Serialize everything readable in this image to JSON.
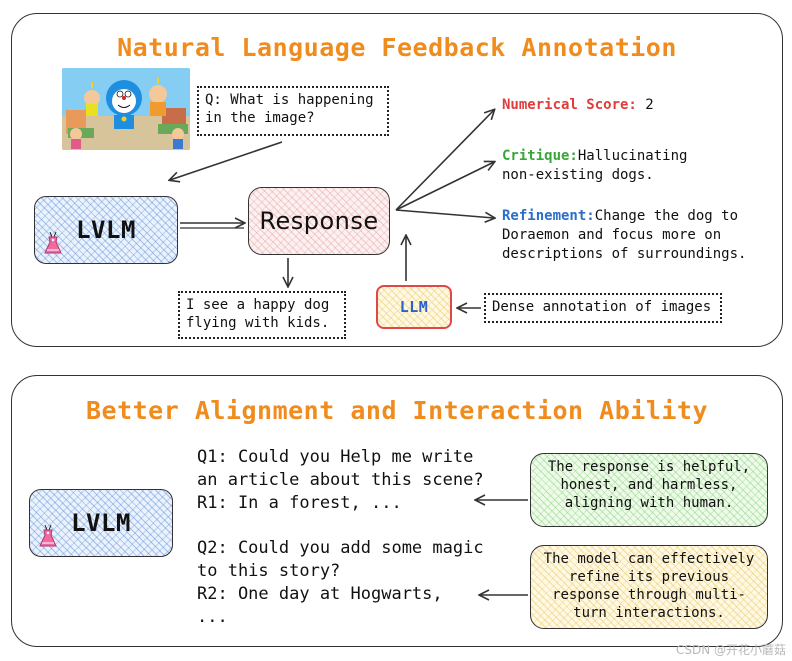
{
  "top_panel": {
    "title": "Natural Language Feedback Annotation",
    "question": [
      "Q: What is happening",
      "in the image?"
    ],
    "lvlm_label": "LVLM",
    "response_label": "Response",
    "response_text": [
      "I see a happy dog",
      "flying with kids."
    ],
    "llm_label": "LLM",
    "dense_annotation": "Dense annotation of images",
    "outputs": {
      "score": {
        "key": "Numerical Score:",
        "value": "2",
        "color": "#e03c3c"
      },
      "critique": {
        "key": "Critique:",
        "lines": [
          "Hallucinating",
          "non-existing dogs."
        ],
        "color": "#3aa63a"
      },
      "refinement": {
        "key": "Refinement:",
        "lines": [
          "Change the dog to",
          "Doraemon and focus more on",
          "descriptions of surroundings."
        ],
        "color": "#2b6fc9"
      }
    }
  },
  "bottom_panel": {
    "title": "Better Alignment and Interaction Ability",
    "lvlm_label": "LVLM",
    "dialog_1": [
      "Q1: Could you Help me write",
      "an article about this scene?",
      "R1: In a forest,  ..."
    ],
    "dialog_2": [
      "Q2: Could you add some magic",
      "to this story?",
      "R2: One day at Hogwarts,",
      " ..."
    ],
    "bubble_green": [
      "The response is helpful,",
      "honest, and harmless,",
      "aligning with human."
    ],
    "bubble_yellow": [
      "The model can effectively",
      "refine its previous",
      "response through multi-",
      "turn interactions."
    ]
  },
  "watermark": "CSDN @开花小蘑菇",
  "colors": {
    "title": "#f08c1e",
    "llm_border": "#e04848",
    "llm_text": "#2b62c8"
  },
  "icons": {
    "lvlm": "dress-icon",
    "image": "cartoon-thumbnail"
  }
}
